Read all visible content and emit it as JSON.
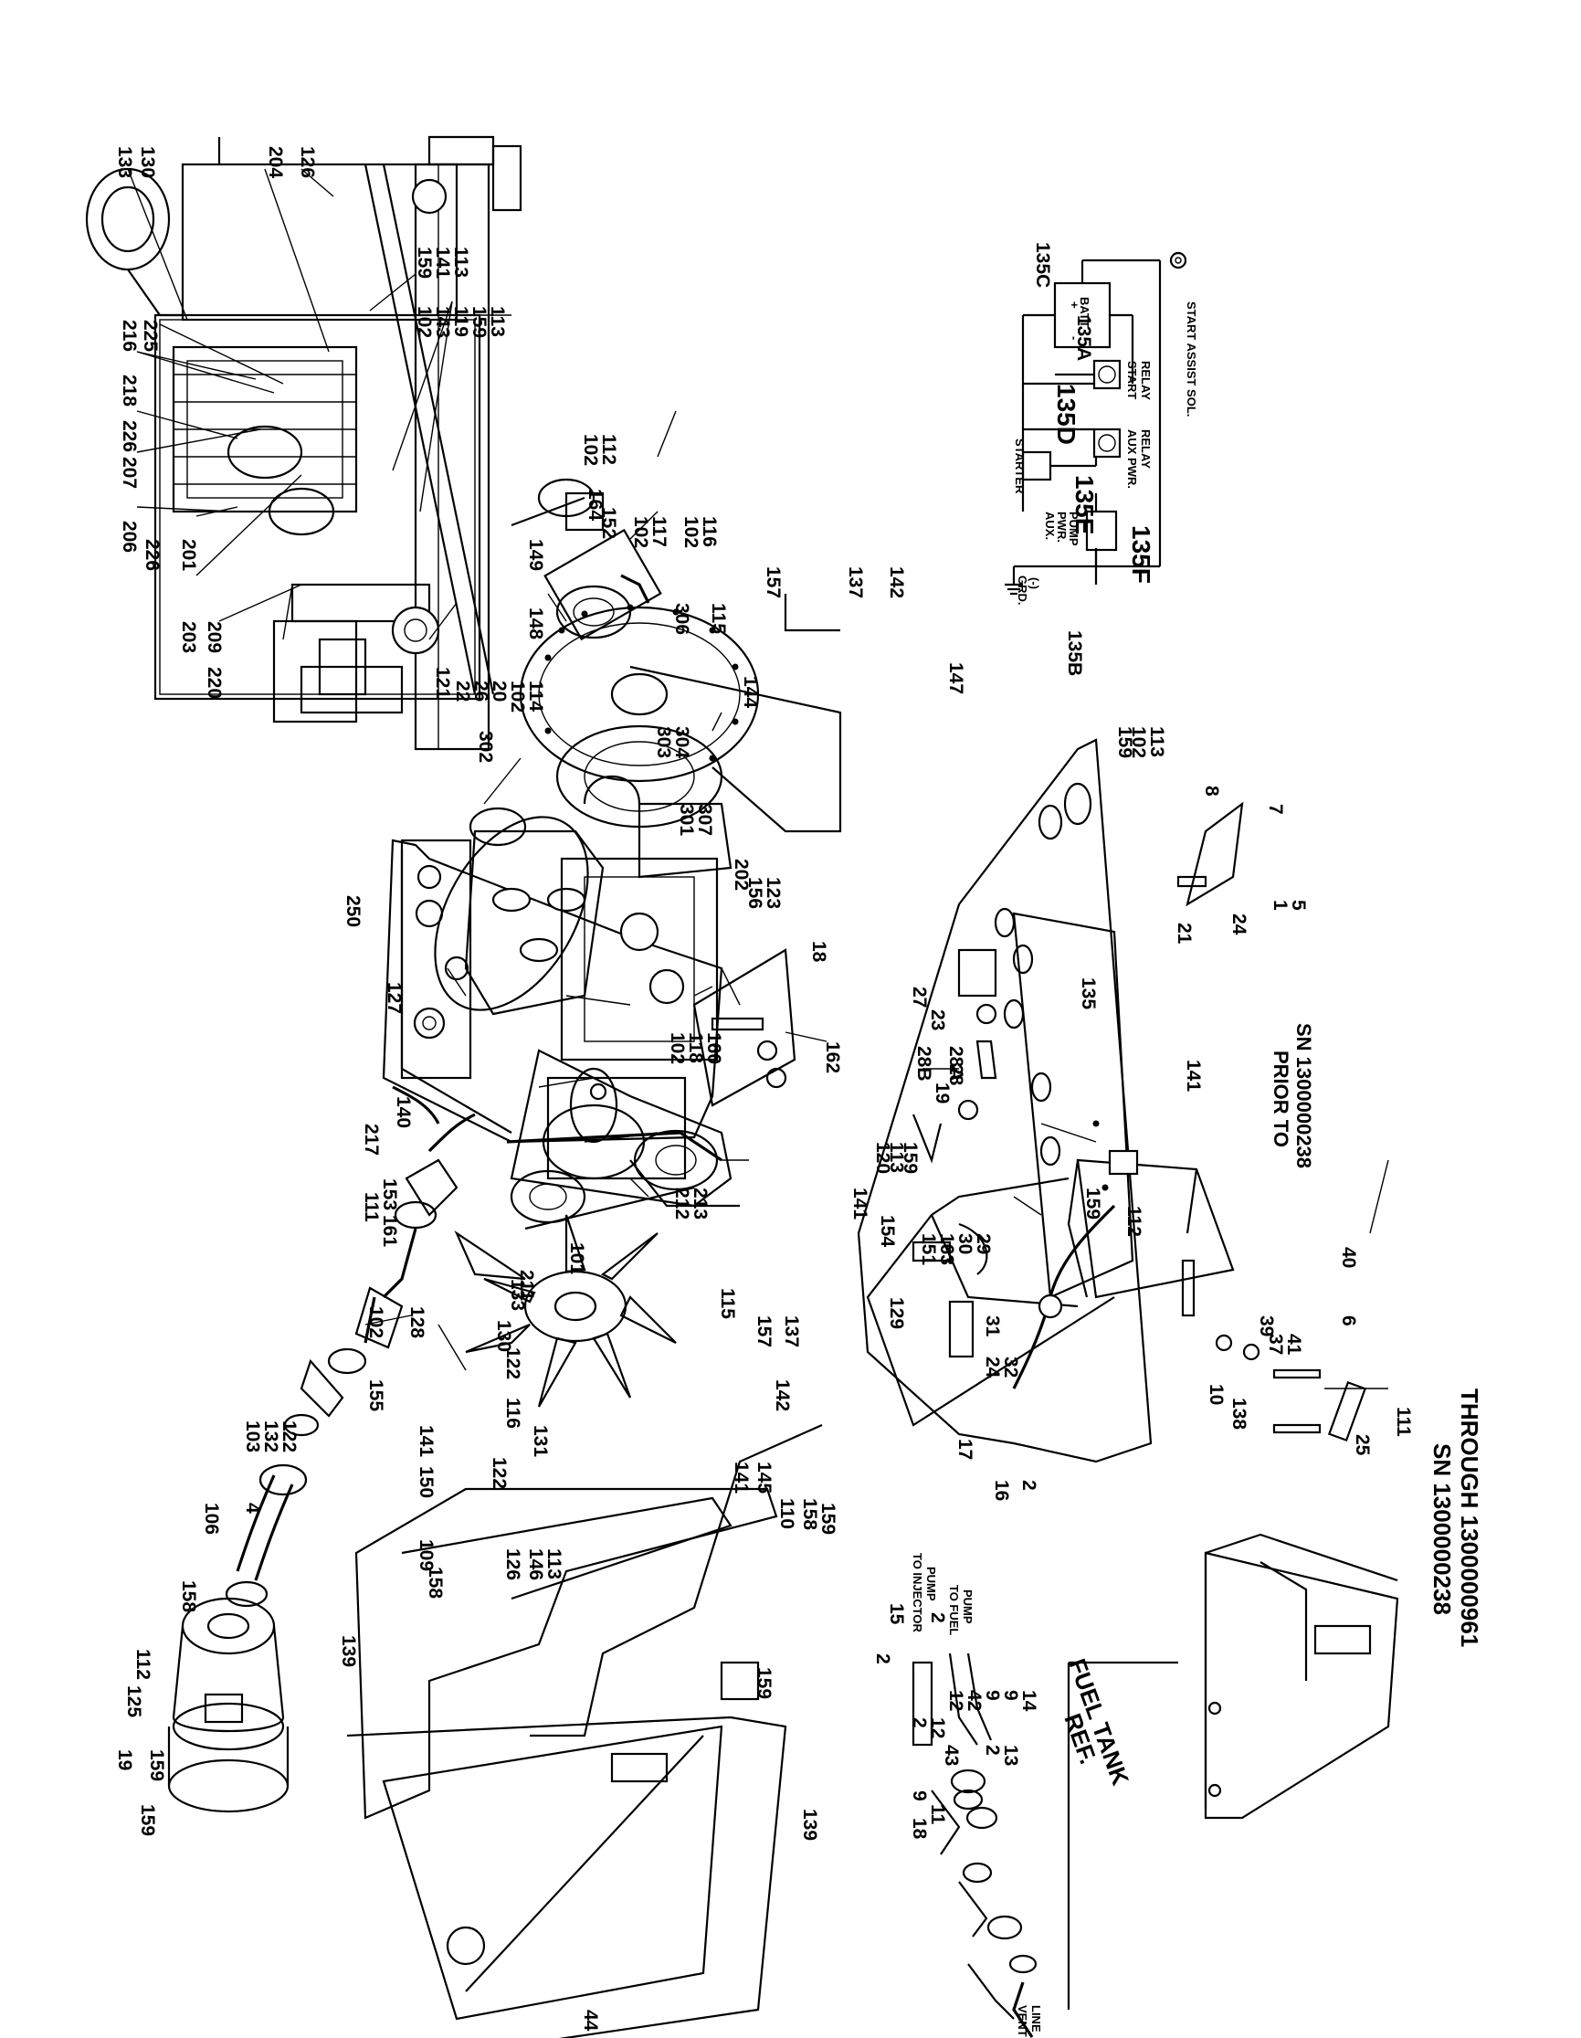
{
  "callouts": [
    "133",
    "130",
    "204",
    "126",
    "159",
    "141",
    "113",
    "102",
    "143",
    "119",
    "159",
    "113",
    "216",
    "225",
    "218",
    "226",
    "207",
    "206",
    "226",
    "201",
    "203",
    "209",
    "220",
    "121",
    "22",
    "26",
    "20",
    "102",
    "114",
    "148",
    "149",
    "102",
    "112",
    "164",
    "152",
    "102",
    "117",
    "102",
    "116",
    "306",
    "115",
    "157",
    "137",
    "142",
    "302",
    "303",
    "304",
    "301",
    "307",
    "144",
    "147",
    "159",
    "102",
    "113",
    "8",
    "7",
    "21",
    "24",
    "1",
    "5",
    "250",
    "127",
    "140",
    "202",
    "156",
    "123",
    "18",
    "27",
    "23",
    "28B",
    "28A",
    "28",
    "19",
    "102",
    "118",
    "160",
    "162",
    "217",
    "153",
    "111",
    "161",
    "211",
    "133",
    "101",
    "212",
    "213",
    "115",
    "157",
    "137",
    "142",
    "120",
    "113",
    "159",
    "141",
    "154",
    "129",
    "103",
    "132",
    "122",
    "155",
    "128",
    "130",
    "102",
    "116",
    "122",
    "131",
    "122",
    "106",
    "4",
    "158",
    "125",
    "19",
    "112",
    "159",
    "159",
    "141",
    "150",
    "109",
    "158",
    "139",
    "126",
    "146",
    "113",
    "159",
    "159",
    "141",
    "145",
    "110",
    "158",
    "139",
    "151",
    "163",
    "30",
    "29",
    "135",
    "141",
    "159",
    "112",
    "31",
    "24",
    "32",
    "39",
    "37",
    "41",
    "40",
    "6",
    "25",
    "111",
    "10",
    "138",
    "17",
    "16",
    "2",
    "15",
    "2",
    "12",
    "42",
    "9",
    "9",
    "14",
    "2",
    "11",
    "2",
    "12",
    "43",
    "2",
    "13",
    "9",
    "18",
    "135C",
    "135A",
    "135D",
    "135E",
    "135F",
    "135B",
    "44"
  ],
  "labels": {
    "start_assist": "START ASSIST SOL.",
    "batt": "BATT.",
    "start_relay_1": "START",
    "start_relay_2": "RELAY",
    "aux_relay_1": "AUX PWR.",
    "aux_relay_2": "RELAY",
    "starter": "STARTER",
    "aux_pump_1": "AUX.",
    "aux_pump_2": "PWR.",
    "aux_pump_3": "PUMP",
    "grd_1": "GRD.",
    "grd_2": "(-)",
    "prior_1": "PRIOR TO",
    "prior_2": "SN 1300000238",
    "sn_1": "SN 1300000238",
    "sn_2": "THROUGH 1300000961",
    "to_injector_1": "TO INJECTOR",
    "to_injector_2": "PUMP",
    "to_fuel_1": "TO FUEL",
    "to_fuel_2": "PUMP",
    "fuel_tank_1": "FUEL TANK",
    "fuel_tank_2": "REF.",
    "vent_1": "VENT",
    "vent_2": "LINE",
    "plus": "+",
    "minus": "-"
  }
}
